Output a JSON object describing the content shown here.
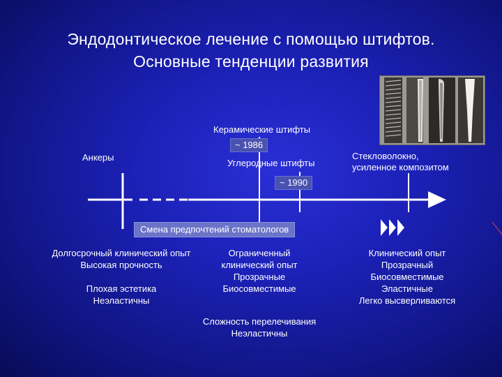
{
  "title": {
    "line1": "Эндодонтическое лечение с помощью штифтов.",
    "line2": "Основные тенденции развития"
  },
  "timeline": {
    "anchors_label": "Анкеры",
    "ceramic_label": "Керамические штифты",
    "year_1986": "~ 1986",
    "carbon_label": "Углеродные штифты",
    "year_1990": "~ 1990",
    "fiber_label_line1": "Стекловолокно,",
    "fiber_label_line2": "усиленное композитом",
    "shift_label": "Смена предпочтений стоматологов"
  },
  "columns": {
    "anchors": [
      "Долгосрочный клинический опыт",
      "Высокая прочность",
      "",
      "Плохая эстетика",
      "Неэластичны"
    ],
    "ceramic_carbon": [
      "Ограниченный",
      "клинический опыт",
      "Прозрачные",
      "Биосовместимые"
    ],
    "ceramic_bottom": [
      "Сложность перелечивания",
      "Неэластичны"
    ],
    "fiber": [
      "Клинический опыт",
      "Прозрачный",
      "Биосовместимые",
      "Эластичные",
      "Легко высверливаются"
    ]
  },
  "colors": {
    "background": "#1c21b8",
    "text": "#ffffff",
    "chip": "#4a52b0",
    "band": "#6b74c8"
  },
  "icons": {
    "arrow": "timeline-arrow-icon",
    "forward": "fast-forward-icon"
  }
}
